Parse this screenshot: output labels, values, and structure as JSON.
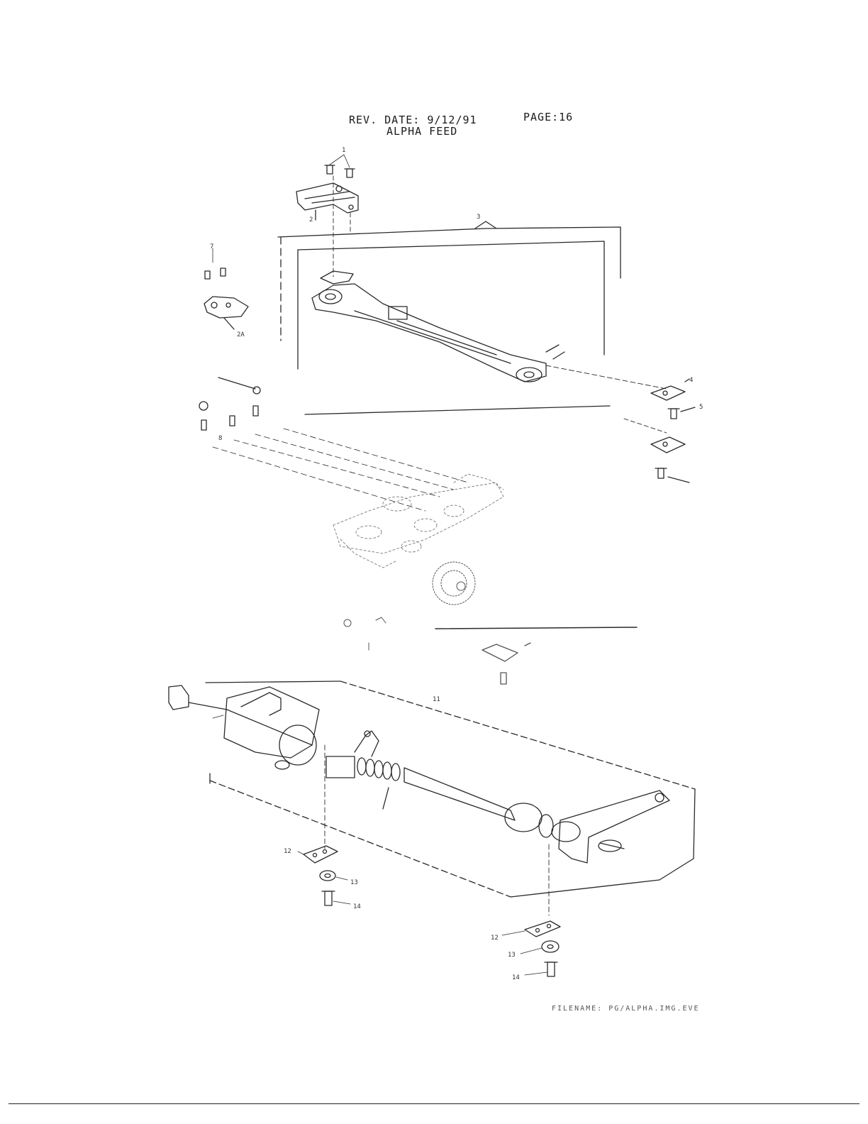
{
  "header": {
    "rev_date_label": "REV. DATE:",
    "rev_date": "9/12/91",
    "page_label": "PAGE:",
    "page_number": "16",
    "title": "ALPHA FEED"
  },
  "callouts": {
    "c1": "1",
    "c2": "2",
    "c3": "3",
    "c7": "7",
    "c2a": "2A",
    "c4": "4",
    "c5": "5",
    "c8": "8",
    "c11": "11",
    "c12a": "12",
    "c13a": "13",
    "c14a": "14",
    "c12b": "12",
    "c13b": "13",
    "c14b": "14"
  },
  "footer": {
    "filename": "FILENAME: PG/ALPHA.IMG.EVE"
  }
}
